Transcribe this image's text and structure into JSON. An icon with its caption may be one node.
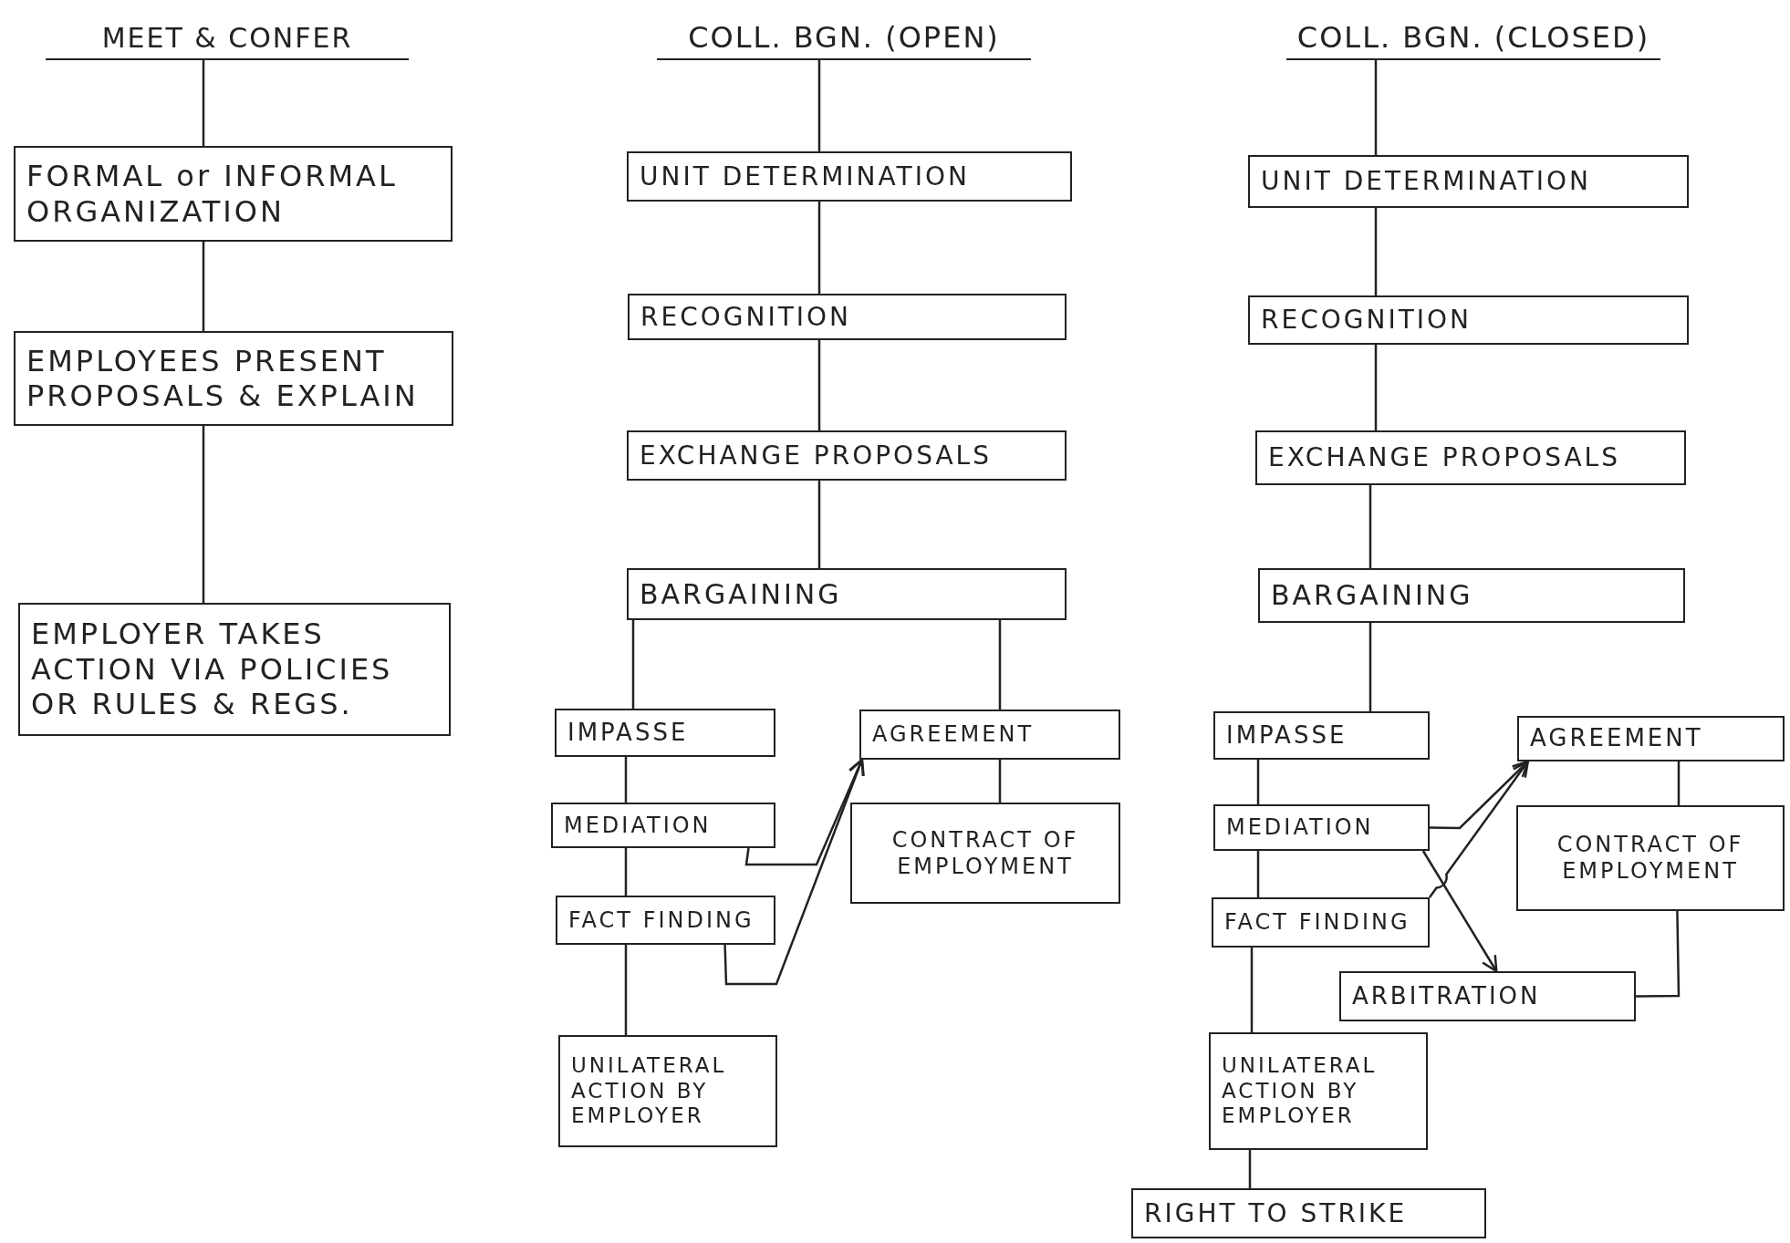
{
  "diagram": {
    "nodes": [
      {
        "text": [
          "MEET & CONFER"
        ]
      },
      {
        "text": [
          "FORMAL or INFORMAL ORGANIZATION"
        ]
      },
      {
        "text": [
          "EMPLOYEES PRESENT PROPOSALS & EXPLAIN"
        ]
      },
      {
        "text": [
          "EMPLOYER TAKES ACTION VIA POLICIES OR RULES & REGS."
        ]
      },
      {
        "text": [
          "COLL. BGN. (OPEN)"
        ]
      },
      {
        "text": [
          "UNIT DETERMINATION"
        ]
      },
      {
        "text": [
          "RECOGNITION"
        ]
      },
      {
        "text": [
          "EXCHANGE PROPOSALS"
        ]
      },
      {
        "text": [
          "BARGAINING"
        ]
      },
      {
        "text": [
          "IMPASSE"
        ]
      },
      {
        "text": [
          "AGREEMENT"
        ]
      },
      {
        "text": [
          "MEDIATION"
        ]
      },
      {
        "text": [
          "CONTRACT OF EMPLOYMENT"
        ]
      },
      {
        "text": [
          "FACT FINDING"
        ]
      },
      {
        "text": [
          "UNILATERAL ACTION BY EMPLOYER"
        ]
      },
      {
        "text": [
          "COLL. BGN. (CLOSED)"
        ]
      },
      {
        "text": [
          "UNIT DETERMINATION"
        ]
      },
      {
        "text": [
          "RECOGNITION"
        ]
      },
      {
        "text": [
          "EXCHANGE PROPOSALS"
        ]
      },
      {
        "text": [
          "BARGAINING"
        ]
      },
      {
        "text": [
          "IMPASSE"
        ]
      },
      {
        "text": [
          "AGREEMENT"
        ]
      },
      {
        "text": [
          "MEDIATION"
        ]
      },
      {
        "text": [
          "CONTRACT OF EMPLOYMENT"
        ]
      },
      {
        "text": [
          "FACT FINDING"
        ]
      },
      {
        "text": [
          "ARBITRATION"
        ]
      },
      {
        "text": [
          "UNILATERAL ACTION BY EMPLOYER"
        ]
      },
      {
        "text": [
          "RIGHT TO STRIKE"
        ]
      }
    ],
    "edges": [
      {
        "from": 0,
        "to": 1,
        "arrow": "none"
      },
      {
        "from": 1,
        "to": 2,
        "arrow": "none"
      },
      {
        "from": 2,
        "to": 3,
        "arrow": "none"
      },
      {
        "from": 4,
        "to": 5,
        "arrow": "none"
      },
      {
        "from": 5,
        "to": 6,
        "arrow": "none"
      },
      {
        "from": 6,
        "to": 7,
        "arrow": "none"
      },
      {
        "from": 7,
        "to": 8,
        "arrow": "none"
      },
      {
        "from": 8,
        "to": 9,
        "arrow": "none"
      },
      {
        "from": 8,
        "to": 10,
        "arrow": "none"
      },
      {
        "from": 9,
        "to": 11,
        "arrow": "none"
      },
      {
        "from": 11,
        "to": 13,
        "arrow": "none"
      },
      {
        "from": 13,
        "to": 14,
        "arrow": "none"
      },
      {
        "from": 10,
        "to": 12,
        "arrow": "none"
      },
      {
        "from": 11,
        "to": 10,
        "arrow": "to"
      },
      {
        "from": 13,
        "to": 10,
        "arrow": "to"
      },
      {
        "from": 15,
        "to": 16,
        "arrow": "none"
      },
      {
        "from": 16,
        "to": 17,
        "arrow": "none"
      },
      {
        "from": 17,
        "to": 18,
        "arrow": "none"
      },
      {
        "from": 18,
        "to": 19,
        "arrow": "none"
      },
      {
        "from": 19,
        "to": 20,
        "arrow": "none"
      },
      {
        "from": 20,
        "to": 22,
        "arrow": "none"
      },
      {
        "from": 22,
        "to": 24,
        "arrow": "none"
      },
      {
        "from": 24,
        "to": 26,
        "arrow": "none"
      },
      {
        "from": 26,
        "to": 27,
        "arrow": "none"
      },
      {
        "from": 21,
        "to": 23,
        "arrow": "none"
      },
      {
        "from": 22,
        "to": 21,
        "arrow": "to"
      },
      {
        "from": 24,
        "to": 21,
        "arrow": "to"
      },
      {
        "from": 22,
        "to": 25,
        "arrow": "to"
      },
      {
        "from": 25,
        "to": 23,
        "arrow": "none"
      }
    ]
  }
}
